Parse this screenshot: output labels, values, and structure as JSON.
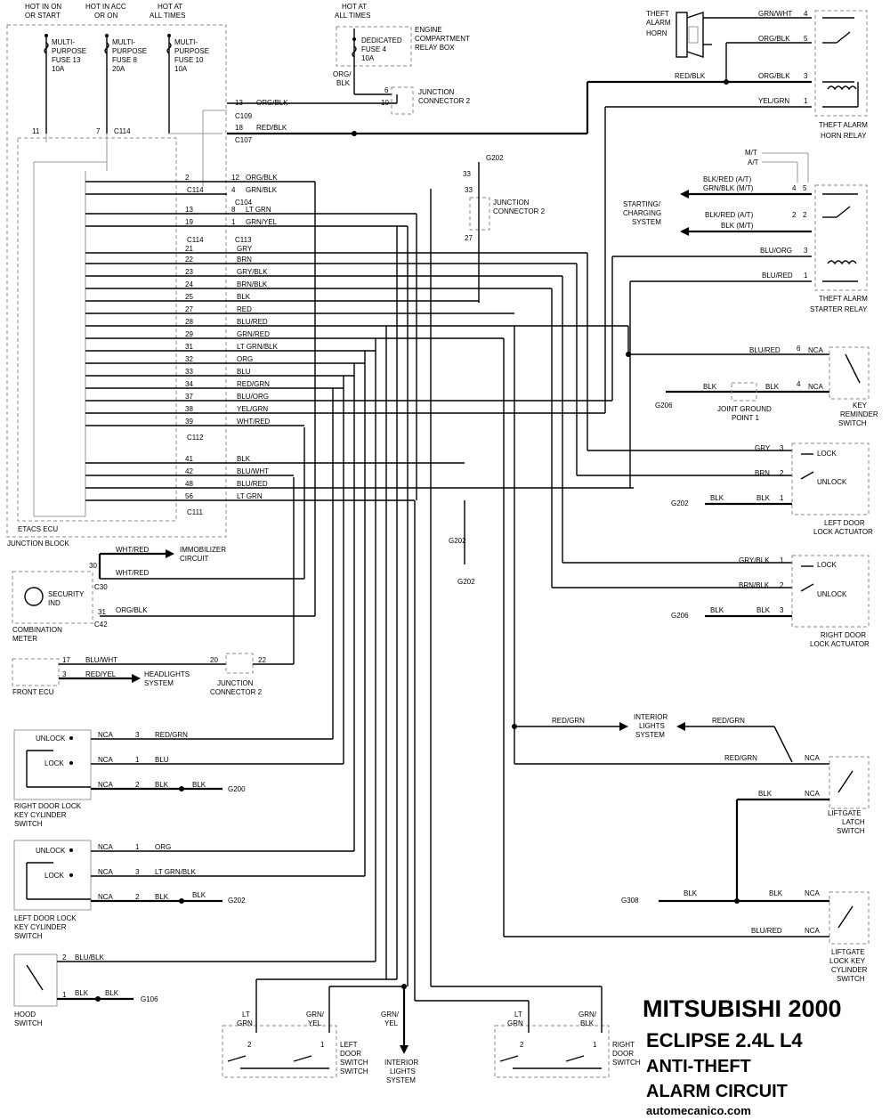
{
  "title": {
    "line1": "MITSUBISHI 2000",
    "line2": "ECLIPSE 2.4L L4",
    "line3": "ANTI-THEFT",
    "line4": "ALARM CIRCUIT",
    "site": "automecanico.com"
  },
  "power": {
    "hot_in_on": [
      "HOT IN ON",
      "OR START"
    ],
    "hot_in_acc": [
      "HOT IN ACC",
      "OR ON"
    ],
    "hot_at_all": [
      "HOT AT",
      "ALL TIMES"
    ],
    "hot_at_all2": [
      "HOT AT",
      "ALL TIMES"
    ],
    "fuse13": [
      "MULTI-",
      "PURPOSE",
      "FUSE 13",
      "10A"
    ],
    "fuse8": [
      "MULTI-",
      "PURPOSE",
      "FUSE 8",
      "20A"
    ],
    "fuse10": [
      "MULTI-",
      "PURPOSE",
      "FUSE 10",
      "10A"
    ],
    "fuse4": [
      "DEDICATED",
      "FUSE 4",
      "10A"
    ],
    "engine_box": [
      "ENGINE",
      "COMPARTMENT",
      "RELAY BOX"
    ],
    "org_blk": [
      "ORG/",
      "BLK"
    ]
  },
  "junction_block": {
    "label": "JUNCTION BLOCK",
    "etacs": "ETACS ECU",
    "pins": [
      "11",
      "7"
    ],
    "c114": "C114"
  },
  "etacs_rows": [
    {
      "pin": "2",
      "conn": "C114",
      "pin2": "12",
      "color": "ORG/BLK"
    },
    {
      "pin": "",
      "conn": "",
      "pin2": "4",
      "color": "GRN/BLK"
    },
    {
      "pin": "13",
      "conn": "",
      "pin2": "8",
      "color": "LT GRN"
    },
    {
      "pin": "19",
      "conn": "C114",
      "pin2": "1",
      "color": "GRN/YEL"
    },
    {
      "pin": "21",
      "color": "GRY"
    },
    {
      "pin": "22",
      "color": "BRN"
    },
    {
      "pin": "23",
      "color": "GRY/BLK"
    },
    {
      "pin": "24",
      "color": "BRN/BLK"
    },
    {
      "pin": "25",
      "color": "BLK"
    },
    {
      "pin": "27",
      "color": "RED"
    },
    {
      "pin": "28",
      "color": "BLU/RED"
    },
    {
      "pin": "29",
      "color": "GRN/RED"
    },
    {
      "pin": "31",
      "color": "LT GRN/BLK"
    },
    {
      "pin": "32",
      "color": "ORG"
    },
    {
      "pin": "33",
      "color": "BLU"
    },
    {
      "pin": "34",
      "color": "RED/GRN"
    },
    {
      "pin": "37",
      "color": "BLU/ORG"
    },
    {
      "pin": "38",
      "color": "YEL/GRN"
    },
    {
      "pin": "39",
      "color": "WHT/RED"
    },
    {
      "pin": "41",
      "color": "BLK"
    },
    {
      "pin": "42",
      "color": "BLU/WHT"
    },
    {
      "pin": "48",
      "color": "BLU/RED"
    },
    {
      "pin": "56",
      "color": "LT GRN"
    }
  ],
  "connectors": {
    "c109": "C109",
    "c107": "C107",
    "c104": "C104",
    "c113": "C113",
    "c112": "C112",
    "c111": "C111",
    "row13": "13",
    "row13c": "ORG/BLK",
    "row18": "18",
    "row18c": "RED/BLK",
    "c114b": "C114"
  },
  "junction_connector2": {
    "label": [
      "JUNCTION",
      "CONNECTOR 2"
    ],
    "pins_top": [
      "6",
      "10"
    ],
    "pins_mid": [
      "33",
      "27"
    ],
    "pins_bot": [
      "20",
      "22"
    ]
  },
  "grounds": {
    "g202": "G202",
    "g206": "G206",
    "g200": "G200",
    "g106": "G106",
    "g308": "G308"
  },
  "theft_horn": {
    "horn": [
      "THEFT",
      "ALARM",
      "HORN"
    ],
    "relay": [
      "THEFT ALARM",
      "HORN RELAY"
    ],
    "wires": [
      {
        "pin": "4",
        "color": "GRN/WHT"
      },
      {
        "pin": "5",
        "color": "ORG/BLK"
      },
      {
        "pin": "3",
        "color": "ORG/BLK"
      },
      {
        "pin": "1",
        "color": "YEL/GRN"
      }
    ],
    "red_blk": "RED/BLK"
  },
  "starter_relay": {
    "mt": "M/T",
    "at": "A/T",
    "label": [
      "THEFT ALARM",
      "STARTER RELAY"
    ],
    "system": [
      "STARTING/",
      "CHARGING",
      "SYSTEM"
    ],
    "w1": "BLK/RED  (A/T)",
    "w2": "GRN/BLK  (M/T)",
    "w3": "BLK/RED  (A/T)",
    "w4": "BLK  (M/T)",
    "p45": [
      "4",
      "5"
    ],
    "p22": [
      "2",
      "2"
    ],
    "w5": "BLU/ORG",
    "w6": "BLU/RED",
    "p3": "3",
    "p1": "1"
  },
  "key_reminder": {
    "label": [
      "KEY",
      "REMINDER",
      "SWITCH"
    ],
    "w1": "BLU/RED",
    "p6": "6",
    "nca1": "NCA",
    "w2": "BLK",
    "w3": "BLK",
    "p4": "4",
    "nca2": "NCA",
    "joint": [
      "JOINT GROUND",
      "POINT 1"
    ]
  },
  "left_door_act": {
    "label": [
      "LEFT DOOR",
      "LOCK ACTUATOR"
    ],
    "lock": "LOCK",
    "unlock": "UNLOCK",
    "rows": [
      {
        "c": "GRY",
        "p": "3"
      },
      {
        "c": "BRN",
        "p": "2"
      },
      {
        "c": "BLK",
        "p": "1"
      }
    ],
    "blk": "BLK"
  },
  "right_door_act": {
    "label": [
      "RIGHT DOOR",
      "LOCK ACTUATOR"
    ],
    "lock": "LOCK",
    "unlock": "UNLOCK",
    "rows": [
      {
        "c": "GRY/BLK",
        "p": "1"
      },
      {
        "c": "BRN/BLK",
        "p": "2"
      },
      {
        "c": "BLK",
        "p": "3"
      }
    ],
    "blk": "BLK"
  },
  "combination_meter": {
    "label": [
      "COMBINATION",
      "METER"
    ],
    "security": [
      "SECURITY",
      "IND"
    ],
    "c30": "C30",
    "c42": "C42",
    "r30": "30",
    "r31": "31",
    "w1": "WHT/RED",
    "w2": "WHT/RED",
    "w3": "ORG/BLK",
    "immobilizer": [
      "IMMOBILIZER",
      "CIRCUIT"
    ]
  },
  "front_ecu": {
    "label": "FRONT ECU",
    "p17": "17",
    "p3": "3",
    "w1": "BLU/WHT",
    "w2": "RED/YEL",
    "headlights": [
      "HEADLIGHTS",
      "SYSTEM"
    ]
  },
  "rd_key_cyl": {
    "label": [
      "RIGHT DOOR LOCK",
      "KEY CYLINDER",
      "SWITCH"
    ],
    "unlock": "UNLOCK",
    "lock": "LOCK",
    "rows": [
      {
        "n": "NCA",
        "p": "3",
        "c": "RED/GRN"
      },
      {
        "n": "NCA",
        "p": "1",
        "c": "BLU"
      },
      {
        "n": "NCA",
        "p": "2",
        "c": "BLK"
      }
    ],
    "blk": "BLK"
  },
  "ld_key_cyl": {
    "label": [
      "LEFT DOOR LOCK",
      "KEY CYLINDER",
      "SWITCH"
    ],
    "unlock": "UNLOCK",
    "lock": "LOCK",
    "rows": [
      {
        "n": "NCA",
        "p": "1",
        "c": "ORG"
      },
      {
        "n": "NCA",
        "p": "3",
        "c": "LT GRN/BLK"
      },
      {
        "n": "NCA",
        "p": "2",
        "c": "BLK"
      }
    ],
    "blk": "BLK"
  },
  "hood": {
    "label": [
      "HOOD",
      "SWITCH"
    ],
    "p2": "2",
    "c1": "BLU/BLK",
    "p1": "1",
    "c2": "BLK",
    "c3": "BLK"
  },
  "interior": {
    "label": [
      "INTERIOR",
      "LIGHTS",
      "SYSTEM"
    ],
    "w1": "RED/GRN",
    "w2": "RED/GRN",
    "w3": "RED/GRN",
    "nca": "NCA"
  },
  "liftgate_latch": {
    "label": [
      "LIFTGATE",
      "LATCH",
      "SWITCH"
    ],
    "w": "BLK",
    "nca": "NCA"
  },
  "liftgate_cyl": {
    "label": [
      "LIFTGATE",
      "LOCK KEY",
      "CYLINDER",
      "SWITCH"
    ],
    "w1": "BLK",
    "w2": "BLK",
    "w3": "BLU/RED",
    "nca1": "NCA",
    "nca2": "NCA"
  },
  "door_switches": {
    "left": [
      "LEFT",
      "DOOR",
      "SWITCH",
      "SWITCH"
    ],
    "right": [
      "RIGHT",
      "DOOR",
      "SWITCH"
    ],
    "lt_grn": [
      "LT",
      "GRN"
    ],
    "grn_yel": [
      "GRN/",
      "YEL"
    ],
    "grn_yel2": [
      "GRN/",
      "YEL"
    ],
    "lt_grn2": [
      "LT",
      "GRN"
    ],
    "grn_blk": [
      "GRN/",
      "BLK"
    ],
    "interior": [
      "INTERIOR",
      "LIGHTS",
      "SYSTEM"
    ],
    "p2": "2",
    "p1": "1"
  }
}
